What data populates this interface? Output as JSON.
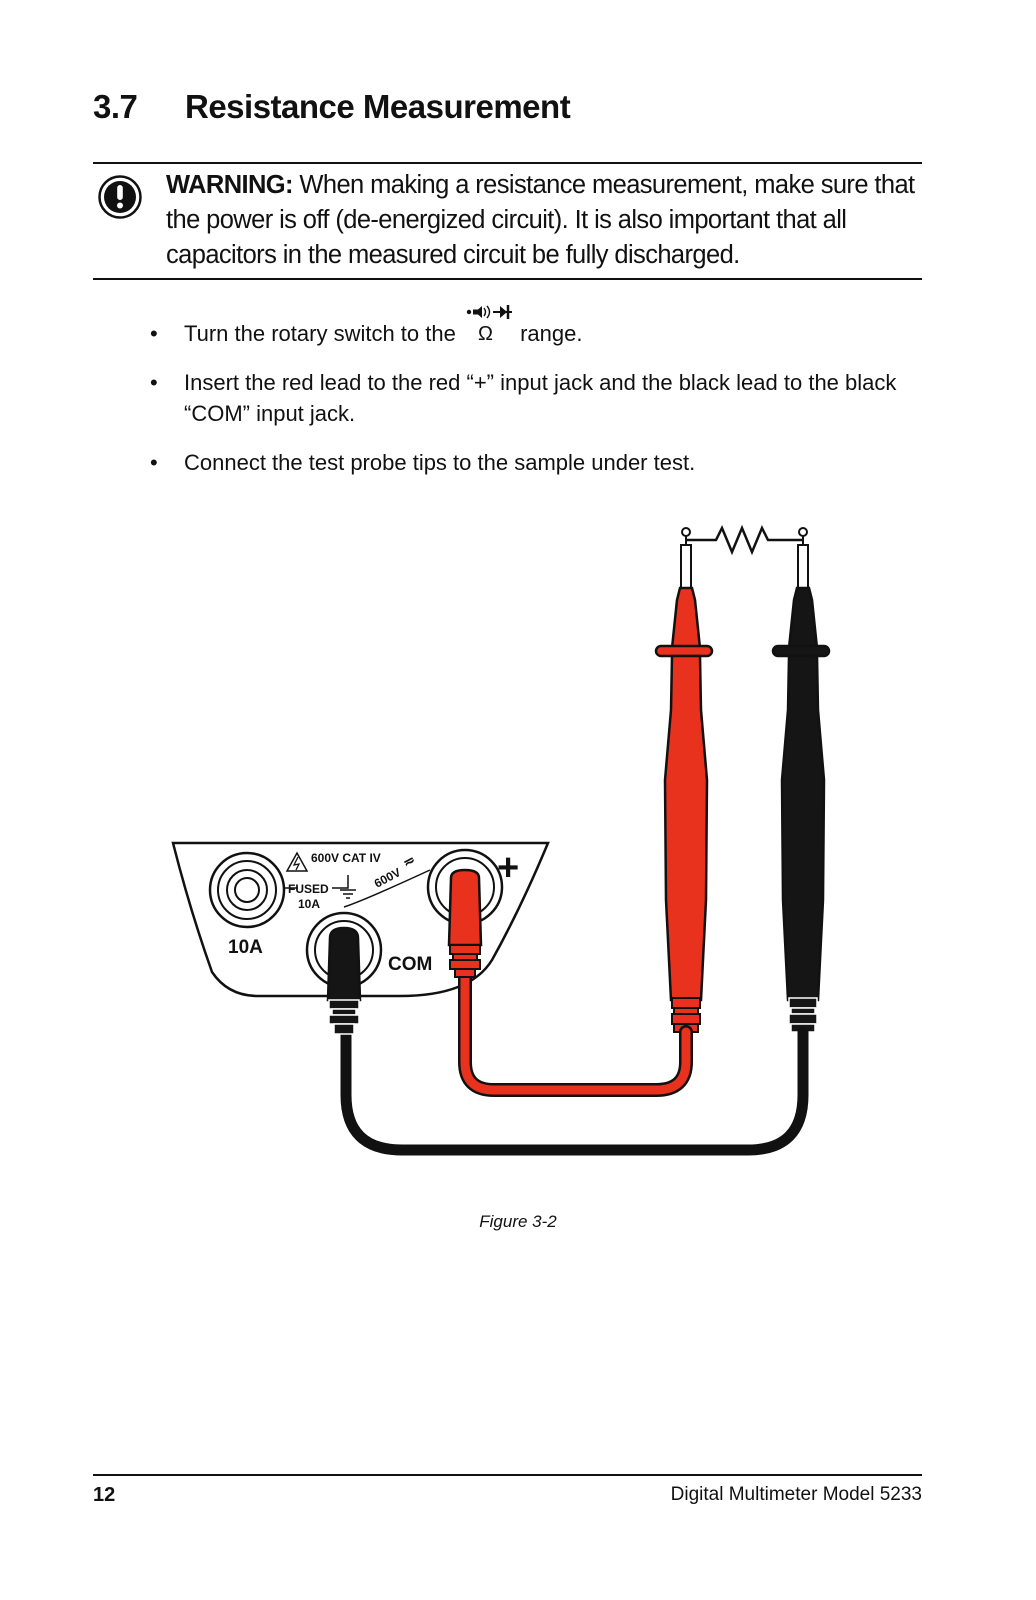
{
  "section": {
    "number": "3.7",
    "title": "Resistance Measurement"
  },
  "warning": {
    "icon": "exclamation-icon",
    "label": "WARNING:",
    "text": " When making a resistance measurement, make sure that the power is off (de-energized circuit). It is also important that all capacitors in the measured circuit be fully discharged."
  },
  "steps": [
    {
      "bullet": "•",
      "before": "Turn the rotary switch to the ",
      "symbol": "Ω",
      "after": " range."
    },
    {
      "bullet": "•",
      "text": "Insert the red lead to the red “+” input jack and the black lead to the black “COM” input jack."
    },
    {
      "bullet": "•",
      "text": "Connect the test probe tips to the sample under test."
    }
  ],
  "figure": {
    "jack_labels": {
      "plus": "+",
      "rating": "600V CAT IV",
      "fused": "FUSED",
      "fuse_rating": "10A",
      "voltage_arc": "600V",
      "ac_dc_symbol": "≂",
      "ten_amp": "10A",
      "com": "COM"
    },
    "colors": {
      "red_lead": "#e8321e",
      "black_lead": "#151515"
    },
    "caption": "Figure 3-2"
  },
  "footer": {
    "page_number": "12",
    "title": "Digital Multimeter Model 5233"
  }
}
